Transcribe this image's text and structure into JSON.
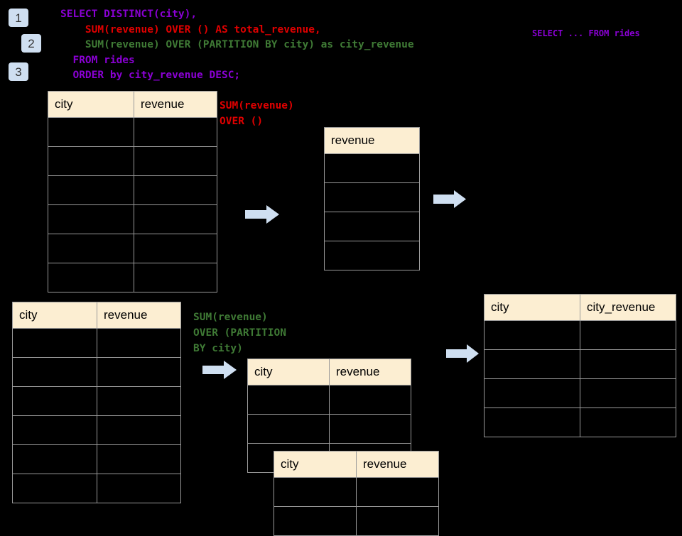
{
  "badges": [
    {
      "name": "step-1",
      "label": "1"
    },
    {
      "name": "step-2",
      "label": "2"
    },
    {
      "name": "step-3",
      "label": "3"
    }
  ],
  "sql": {
    "line1": "SELECT DISTINCT(city),",
    "line2": "    SUM(revenue) OVER () AS total_revenue,",
    "line3": "    SUM(revenue) OVER (PARTITION BY city) as city_revenue",
    "line4": "  FROM rides",
    "line5": "  ORDER by city_revenue DESC;",
    "caption": "SELECT ... FROM rides"
  },
  "annotations": {
    "total_revenue": "SUM(revenue)\nOVER ()",
    "partition_by_city": "SUM(revenue)\nOVER (PARTITION\nBY city)"
  },
  "colors": {
    "background": "#000000",
    "header_fill": "#fceed2",
    "grid_line": "#9a9a9a",
    "badge_fill": "#cfdff1",
    "arrow_fill": "#cfdff1",
    "sql_keyword": "#8a00d4",
    "sql_total": "#e00000",
    "sql_partition": "#3f7a35"
  },
  "tables": {
    "rides_source_top": {
      "name": "rides-source-table-top",
      "headers": [
        "city",
        "revenue"
      ],
      "row_count": 6,
      "rows": [
        [
          "",
          ""
        ],
        [
          "",
          ""
        ],
        [
          "",
          ""
        ],
        [
          "",
          ""
        ],
        [
          "",
          ""
        ],
        [
          "",
          ""
        ]
      ]
    },
    "total_revenue": {
      "name": "total-revenue-table",
      "headers": [
        "revenue"
      ],
      "row_count": 4,
      "rows": [
        [
          ""
        ],
        [
          ""
        ],
        [
          ""
        ],
        [
          ""
        ]
      ]
    },
    "rides_source_bottom": {
      "name": "rides-source-table-bottom",
      "headers": [
        "city",
        "revenue"
      ],
      "row_count": 6,
      "rows": [
        [
          "",
          ""
        ],
        [
          "",
          ""
        ],
        [
          "",
          ""
        ],
        [
          "",
          ""
        ],
        [
          "",
          ""
        ],
        [
          "",
          ""
        ]
      ]
    },
    "partition_back": {
      "name": "partition-table-back",
      "headers": [
        "city",
        "revenue"
      ],
      "row_count": 3,
      "rows": [
        [
          "",
          ""
        ],
        [
          "",
          ""
        ],
        [
          "",
          ""
        ]
      ]
    },
    "partition_front": {
      "name": "partition-table-front",
      "headers": [
        "city",
        "revenue"
      ],
      "row_count": 2,
      "rows": [
        [
          "",
          ""
        ],
        [
          "",
          ""
        ]
      ]
    },
    "result": {
      "name": "result-table",
      "headers": [
        "city",
        "city_revenue"
      ],
      "row_count": 4,
      "rows": [
        [
          "",
          ""
        ],
        [
          "",
          ""
        ],
        [
          "",
          ""
        ],
        [
          "",
          ""
        ]
      ]
    }
  },
  "arrows": [
    {
      "name": "arrow-source-to-total"
    },
    {
      "name": "arrow-total-to-result"
    },
    {
      "name": "arrow-source-to-partition"
    },
    {
      "name": "arrow-partition-to-result"
    }
  ]
}
